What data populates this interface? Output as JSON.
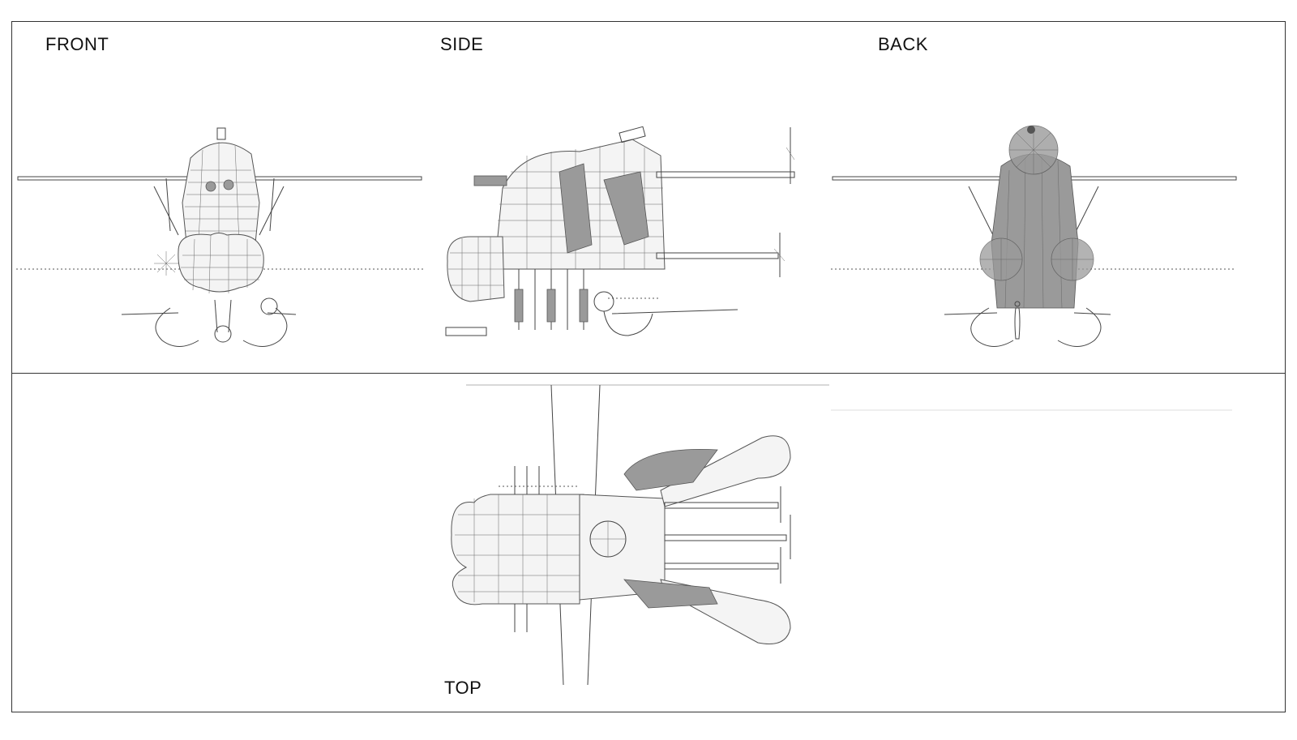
{
  "views": {
    "front": {
      "label": "FRONT"
    },
    "side": {
      "label": "SIDE"
    },
    "back": {
      "label": "BACK"
    },
    "top": {
      "label": "TOP"
    }
  },
  "colors": {
    "frame": "#333333",
    "line": "#444444",
    "shade": "#9a9a9a",
    "background": "#ffffff"
  }
}
